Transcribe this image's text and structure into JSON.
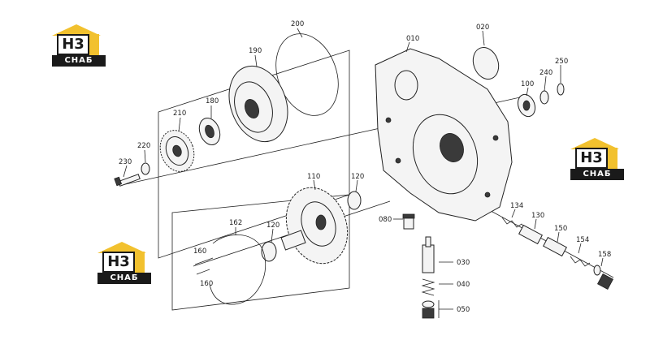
{
  "watermark": {
    "logo_letters": "H3",
    "logo_caption": "CHAБ",
    "colors": {
      "accent": "#f2c12e",
      "dark": "#1a1a1a"
    }
  },
  "callouts": {
    "p200": "200",
    "p190": "190",
    "p180": "180",
    "p210": "210",
    "p220": "220",
    "p230": "230",
    "p010": "010",
    "p020": "020",
    "p250": "250",
    "p240": "240",
    "p100": "100",
    "p110": "110",
    "p120a": "120",
    "p120b": "120",
    "p162": "162",
    "p160a": "160",
    "p160b": "160",
    "p080": "080",
    "p030": "030",
    "p040": "040",
    "p050": "050",
    "p134": "134",
    "p130": "130",
    "p150": "150",
    "p154": "154",
    "p158": "158"
  }
}
